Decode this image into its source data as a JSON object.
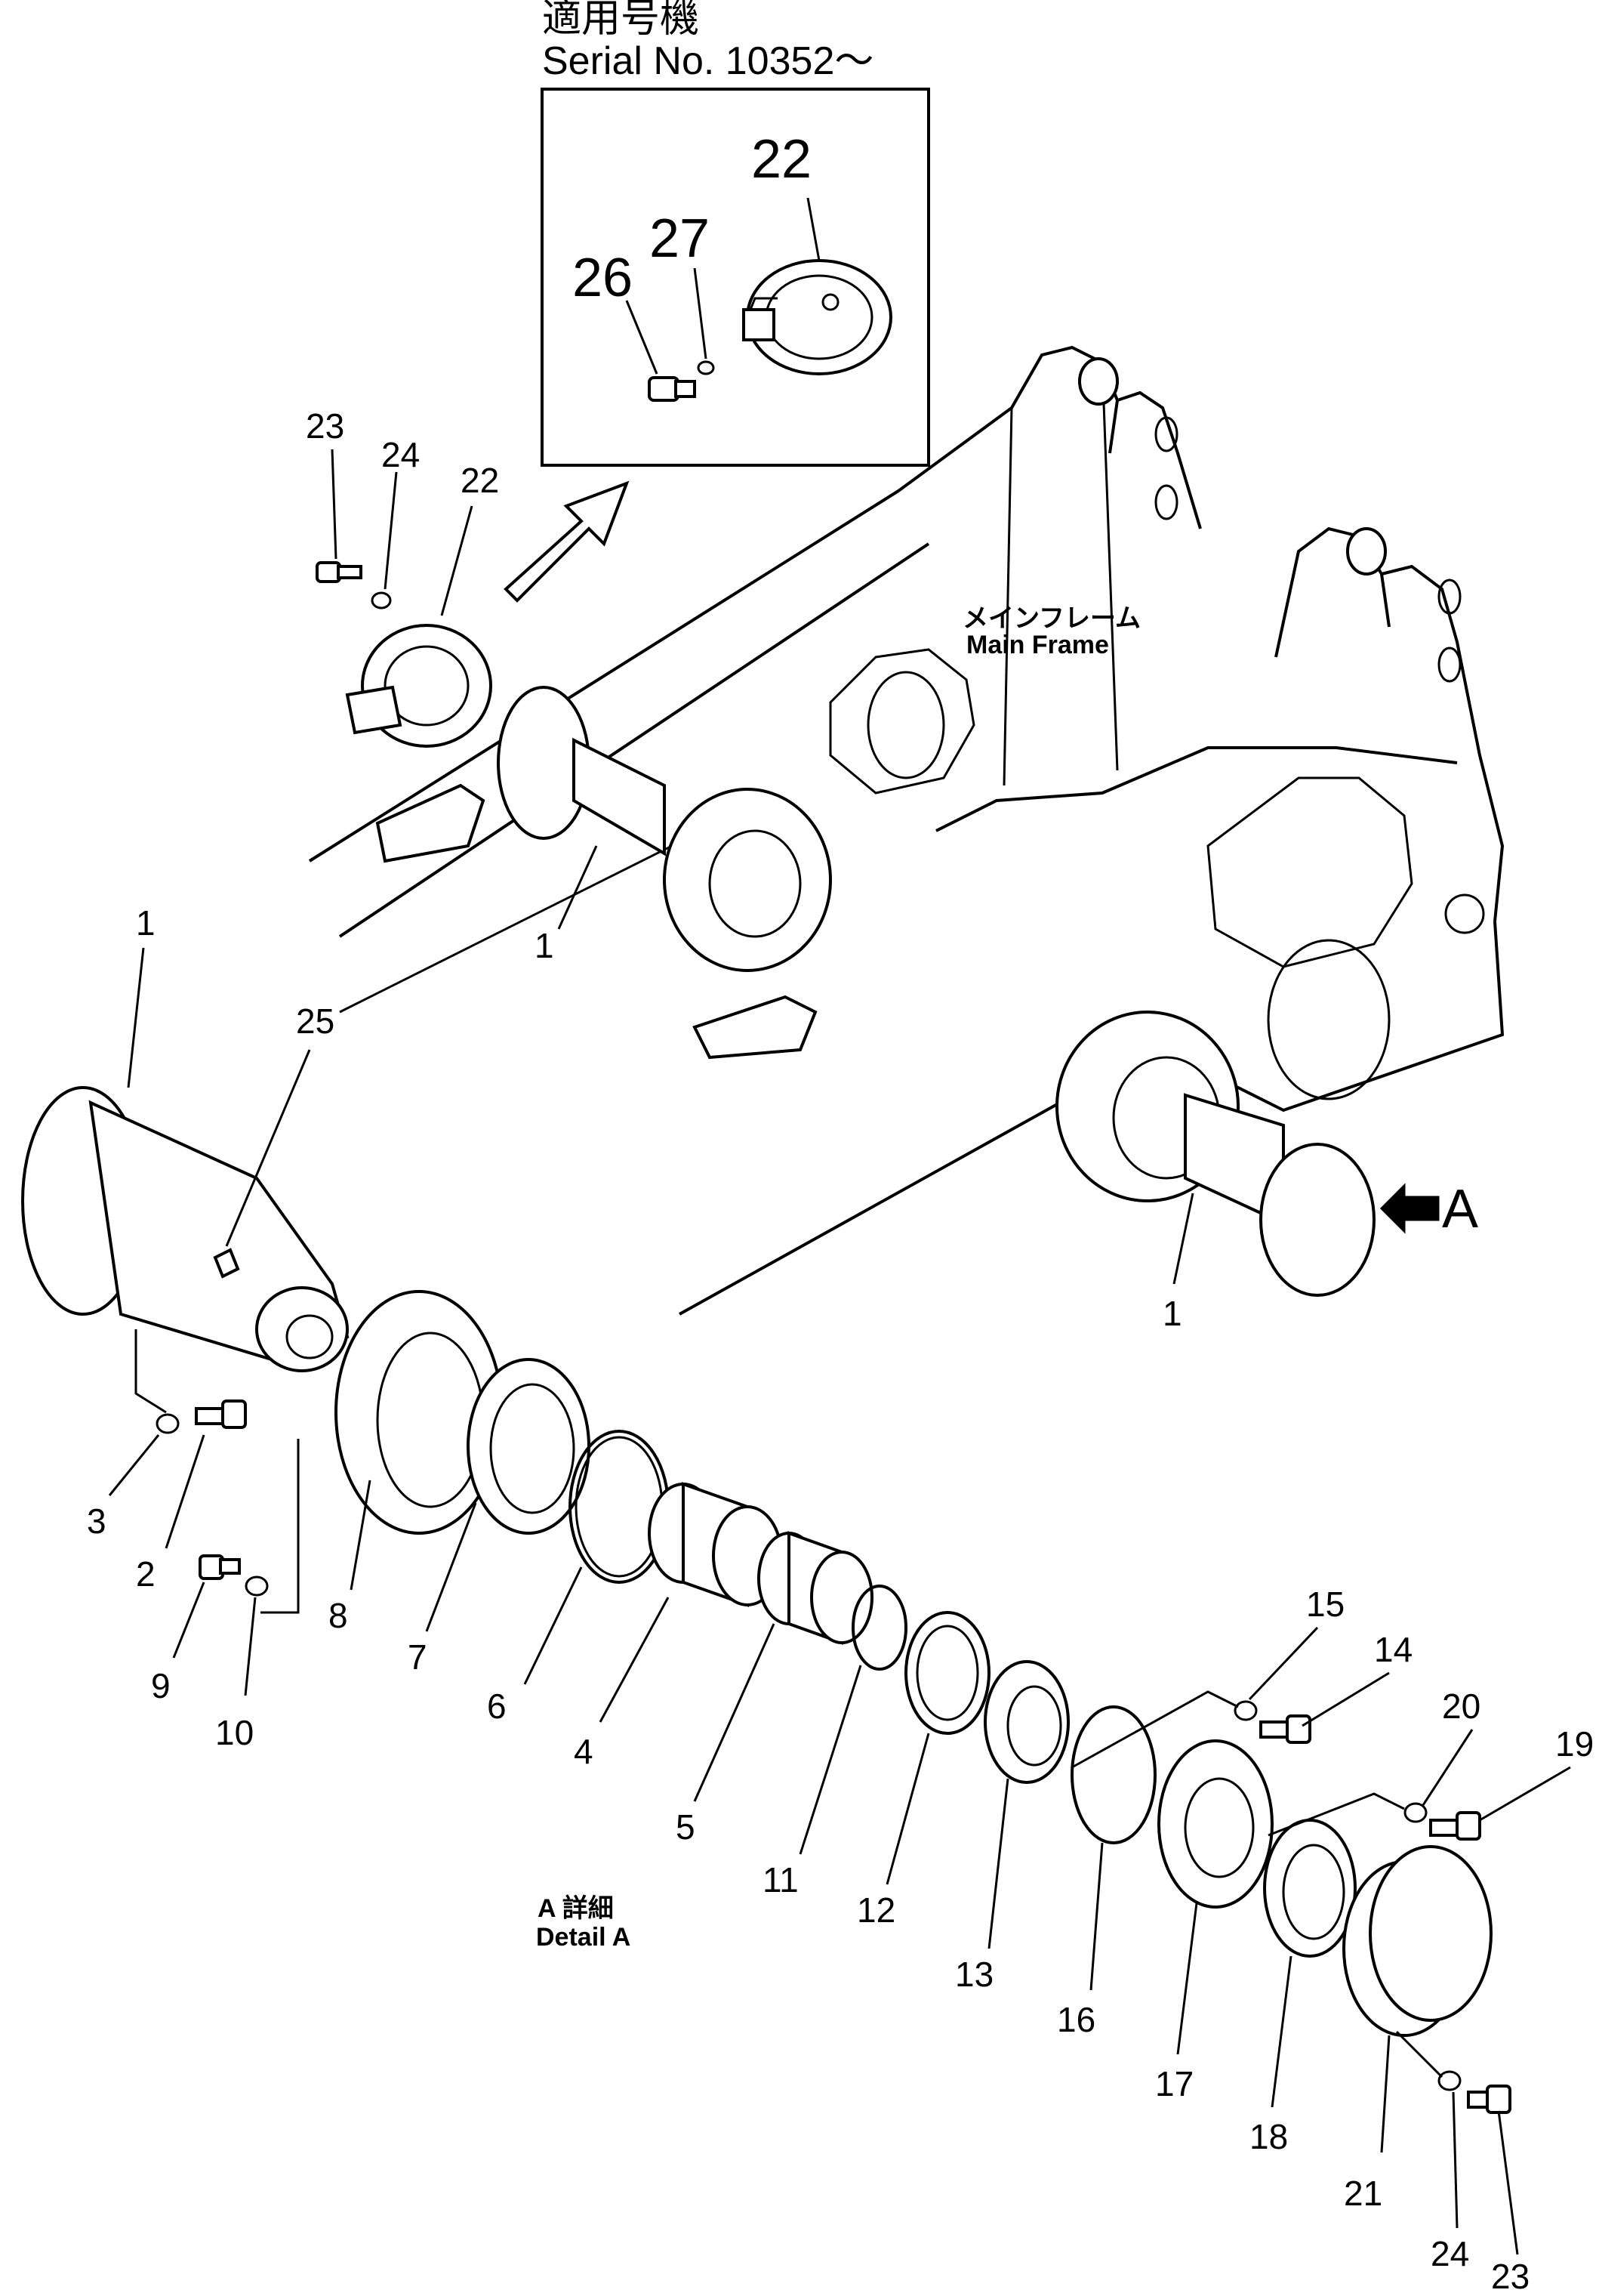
{
  "header": {
    "applicable_jp": "適用号機",
    "serial": "Serial No. 10352～"
  },
  "labels": {
    "main_frame_jp": "メインフレーム",
    "main_frame_en": "Main Frame",
    "detail_jp": "A 詳細",
    "detail_en": "Detail A",
    "arrow_a": "A"
  },
  "inset_callouts": [
    "22",
    "27",
    "26"
  ],
  "callouts": [
    "23",
    "24",
    "22",
    "1",
    "1",
    "25",
    "1",
    "3",
    "2",
    "9",
    "10",
    "8",
    "7",
    "6",
    "4",
    "5",
    "11",
    "12",
    "13",
    "15",
    "14",
    "16",
    "17",
    "20",
    "19",
    "18",
    "21",
    "24",
    "23"
  ]
}
